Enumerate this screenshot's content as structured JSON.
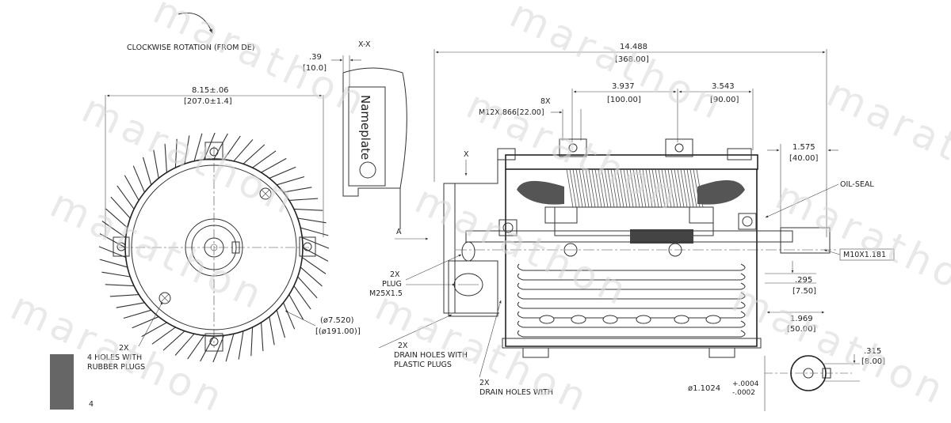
{
  "watermark": "marathon",
  "labels": {
    "rotation": "CLOCKWISE ROTATION (FROM DE)",
    "section": "X-X",
    "nameplate": "Nameplate",
    "x_marker": "X",
    "a_marker": "A",
    "bolt_count": "8X",
    "bolt_thread": "M12X.866[22.00]",
    "oil_seal": "OIL-SEAL",
    "shaft_thread": "M10X1.181",
    "plug_count": "2X",
    "plug": "PLUG",
    "plug_size": "M25X1.5",
    "rubber_count": "2X",
    "rubber_1": "4 HOLES WITH",
    "rubber_2": "RUBBER PLUGS",
    "drain_count_1": "2X",
    "drain_1a": "DRAIN HOLES WITH",
    "drain_1b": "PLASTIC PLUGS",
    "drain_count_2": "2X",
    "drain_2": "DRAIN HOLES WITH",
    "corner_number": "4"
  },
  "dims": {
    "width_in": "8.15±.06",
    "width_mm": "[207.0±1.4]",
    "nameplate_in": ".39",
    "nameplate_mm": "[10.0]",
    "overall_in": "14.488",
    "overall_mm": "[368.00]",
    "span1_in": "3.937",
    "span1_mm": "[100.00]",
    "span2_in": "3.543",
    "span2_mm": "[90.00]",
    "shaft_len_in": "1.575",
    "shaft_len_mm": "[40.00]",
    "key_in": ".295",
    "key_mm": "[7.50]",
    "shaft_ext_in": "1.969",
    "shaft_ext_mm": "[50.00]",
    "key_h_in": ".315",
    "key_h_mm": "[8.00]",
    "bolt_circle_in": "(ø7.520)",
    "bolt_circle_mm": "[(ø191.00)]",
    "shaft_dia": "ø1.1024",
    "tol_plus": "+.0004",
    "tol_minus": "-.0002"
  }
}
